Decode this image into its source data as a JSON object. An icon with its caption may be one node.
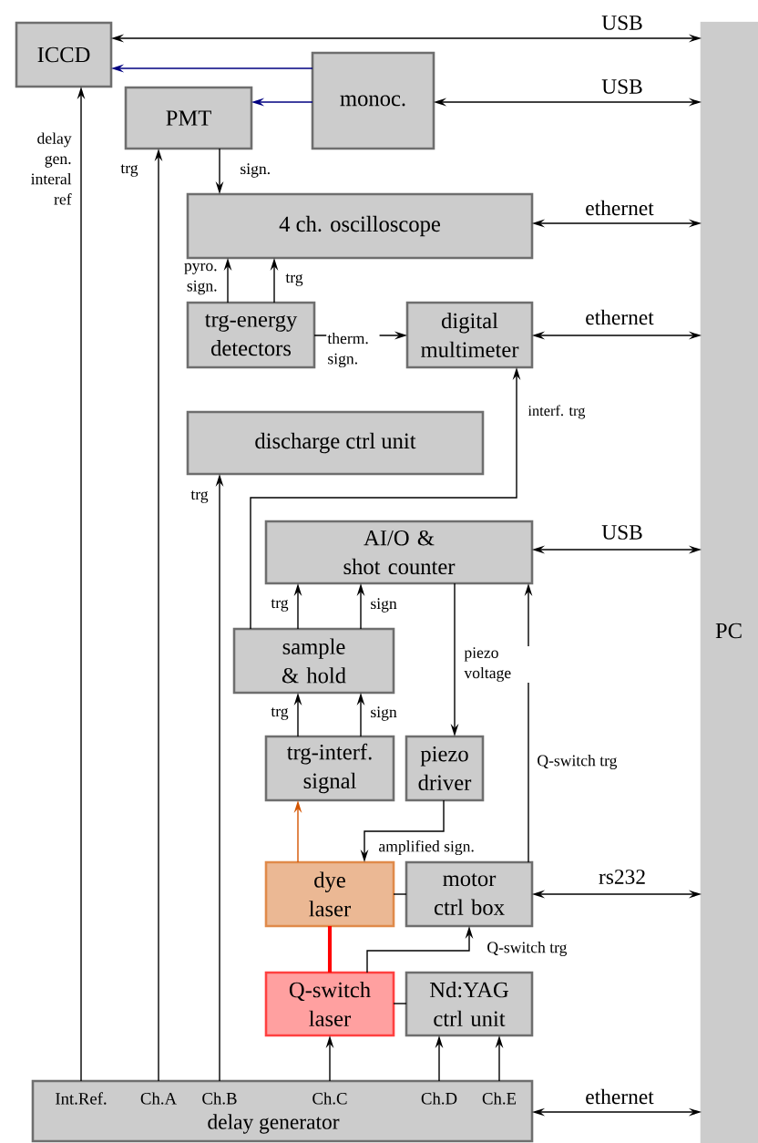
{
  "diagram": {
    "nodes": [
      {
        "text": [
          "ICCD"
        ]
      },
      {
        "text": [
          "monoc."
        ]
      },
      {
        "text": [
          "PMT"
        ]
      },
      {
        "text": [
          "PC"
        ]
      },
      {
        "text": [
          "4 ch. oscilloscope"
        ]
      },
      {
        "text": [
          "trg-energy detectors"
        ]
      },
      {
        "text": [
          "digital multimeter"
        ]
      },
      {
        "text": [
          "discharge ctrl unit"
        ]
      },
      {
        "text": [
          "AI/O & shot counter"
        ]
      },
      {
        "text": [
          "sample & hold"
        ]
      },
      {
        "text": [
          "trg-interf. signal"
        ]
      },
      {
        "text": [
          "piezo driver"
        ]
      },
      {
        "text": [
          "dye laser"
        ]
      },
      {
        "text": [
          "motor ctrl box"
        ]
      },
      {
        "text": [
          "Q-switch laser"
        ]
      },
      {
        "text": [
          "Nd:YAG ctrl unit"
        ]
      },
      {
        "text": [
          "Int.Ref.",
          "Ch.A",
          "Ch.B",
          "Ch.C",
          "Ch.D",
          "Ch.E",
          "delay generator"
        ]
      }
    ],
    "edges": [
      {
        "from": 0,
        "to": 3,
        "arrow": "both",
        "label": "USB"
      },
      {
        "from": 1,
        "to": 0,
        "arrow": "to",
        "color": "#000080"
      },
      {
        "from": 1,
        "to": 2,
        "arrow": "to",
        "color": "#000080"
      },
      {
        "from": 1,
        "to": 3,
        "arrow": "both",
        "label": "USB"
      },
      {
        "from": 2,
        "to": 4,
        "arrow": "to",
        "label": "sign."
      },
      {
        "from": 4,
        "to": 3,
        "arrow": "both",
        "label": "ethernet"
      },
      {
        "from": 5,
        "to": 4,
        "arrow": "to",
        "label": "pyro. sign."
      },
      {
        "from": 5,
        "to": 4,
        "arrow": "to",
        "label": "trg"
      },
      {
        "from": 5,
        "to": 6,
        "arrow": "to",
        "label": "therm. sign."
      },
      {
        "from": 6,
        "to": 3,
        "arrow": "both",
        "label": "ethernet"
      },
      {
        "from": 9,
        "to": 6,
        "arrow": "to",
        "label": "interf. trg"
      },
      {
        "from": 8,
        "to": 3,
        "arrow": "both",
        "label": "USB"
      },
      {
        "from": 9,
        "to": 8,
        "arrow": "to",
        "label": "trg"
      },
      {
        "from": 9,
        "to": 8,
        "arrow": "to",
        "label": "sign"
      },
      {
        "from": 8,
        "to": 11,
        "arrow": "to",
        "label": "piezo voltage"
      },
      {
        "from": 10,
        "to": 9,
        "arrow": "to",
        "label": "trg"
      },
      {
        "from": 10,
        "to": 9,
        "arrow": "to",
        "label": "sign"
      },
      {
        "from": 12,
        "to": 10,
        "arrow": "to",
        "color": "#d45500"
      },
      {
        "from": 11,
        "to": 12,
        "arrow": "to",
        "label": "amplified sign."
      },
      {
        "from": 13,
        "to": 8,
        "arrow": "to",
        "label": "Q-switch trg"
      },
      {
        "from": 13,
        "to": 3,
        "arrow": "both",
        "label": "rs232"
      },
      {
        "from": 12,
        "to": 13,
        "arrow": "none"
      },
      {
        "from": 14,
        "to": 12,
        "arrow": "none",
        "style": "thick",
        "color": "#ff0000"
      },
      {
        "from": 14,
        "to": 13,
        "arrow": "to",
        "label": "Q-switch trg"
      },
      {
        "from": 14,
        "to": 15,
        "arrow": "none"
      },
      {
        "from": 16,
        "to": 0,
        "arrow": "to",
        "label": "delay gen. interal ref"
      },
      {
        "from": 16,
        "to": 2,
        "arrow": "to",
        "label": "trg"
      },
      {
        "from": 16,
        "to": 7,
        "arrow": "to",
        "label": "trg"
      },
      {
        "from": 16,
        "to": 14,
        "arrow": "to"
      },
      {
        "from": 16,
        "to": 15,
        "arrow": "to"
      },
      {
        "from": 16,
        "to": 15,
        "arrow": "to"
      },
      {
        "from": 16,
        "to": 3,
        "arrow": "both",
        "label": "ethernet"
      }
    ]
  }
}
